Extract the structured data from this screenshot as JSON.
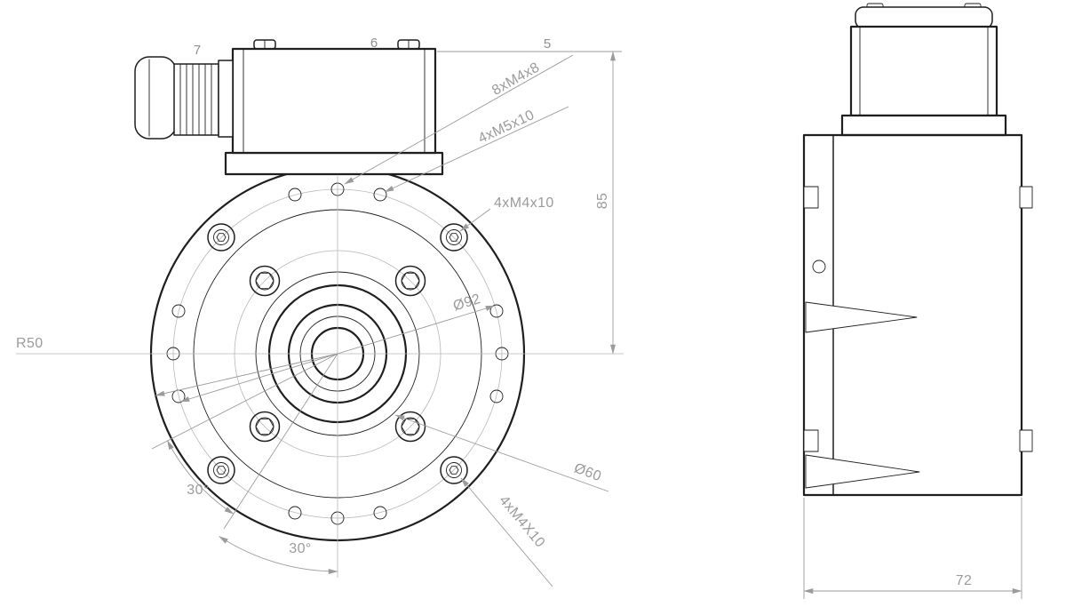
{
  "page": {
    "background": "#ffffff"
  },
  "drawing": {
    "colors": {
      "line": "#1f1f1f",
      "dimension": "#9b9b9b",
      "centerline": "#b7b7b7"
    },
    "front_view": {
      "callout_7": "7",
      "callout_6": "6",
      "callout_5": "5",
      "dim_8xM4x8": "8xM4x8",
      "dim_4xM5x10": "4xM5x10",
      "dim_4xM4x10": "4xM4x10",
      "dim_85": "85",
      "dim_d92": "Ø92",
      "dim_R50": "R50",
      "dim_d60": "Ø60",
      "dim_4xM4X10_lower": "4xM4X10",
      "dim_30_upper": "30°",
      "dim_30_lower": "30°"
    },
    "side_view": {
      "dim_72": "72"
    }
  }
}
